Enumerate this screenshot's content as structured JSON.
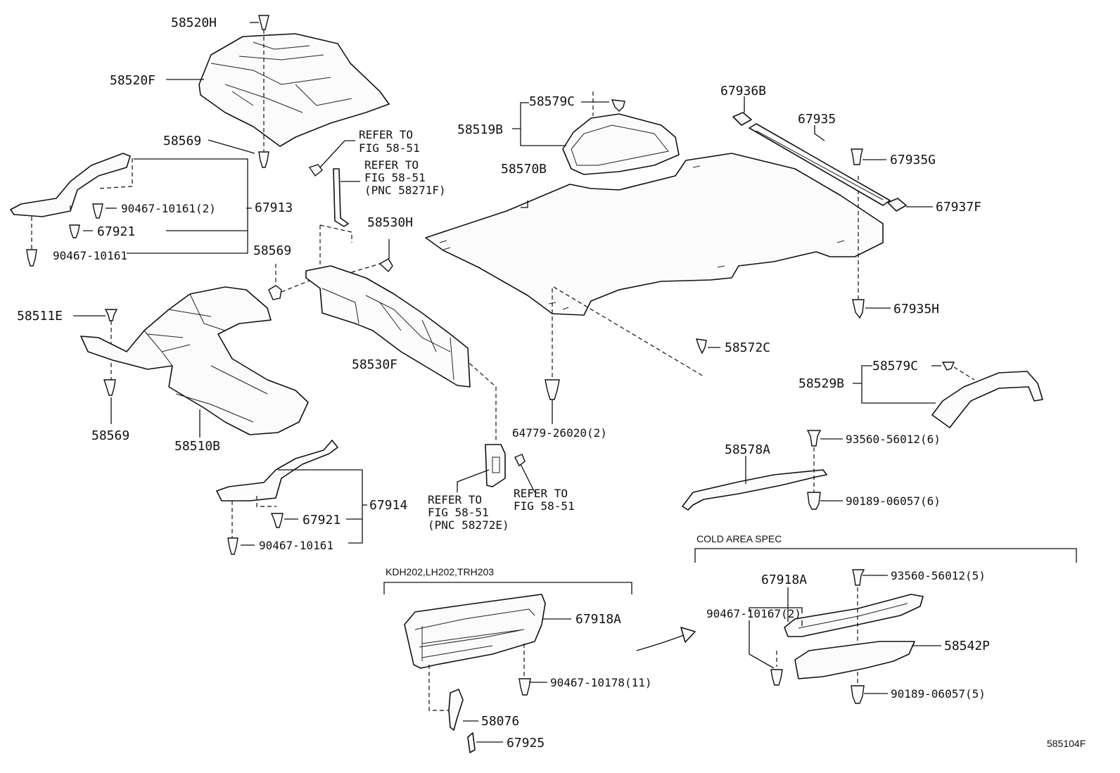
{
  "diagram_id": "585104F",
  "labels": {
    "p58520H": "58520H",
    "p58520F": "58520F",
    "p58569a": "58569",
    "p58569b": "58569",
    "p58569c": "58569",
    "p67913": "67913",
    "p90467_10161_2": "90467-10161(2)",
    "p67921a": "67921",
    "p67921b": "67921",
    "p90467_10161a": "90467-10161",
    "p90467_10161b": "90467-10161",
    "p58511E": "58511E",
    "p58510B": "58510B",
    "p58530H": "58530H",
    "p58530F": "58530F",
    "p67914": "67914",
    "p58519B": "58519B",
    "p58579Ca": "58579C",
    "p58579Cb": "58579C",
    "p58570B": "58570B",
    "p58572C": "58572C",
    "p64779": "64779-26020(2)",
    "p67936B": "67936B",
    "p67935": "67935",
    "p67935G": "67935G",
    "p67937F": "67937F",
    "p67935H": "67935H",
    "p58529B": "58529B",
    "p58578A": "58578A",
    "p93560_6": "93560-56012(6)",
    "p90189_6": "90189-06057(6)",
    "p67918A_a": "67918A",
    "p67918A_b": "67918A",
    "p90467_10178": "90467-10178(11)",
    "p58076": "58076",
    "p67925": "67925",
    "p93560_5": "93560-56012(5)",
    "p90467_10167": "90467-10167(2)",
    "p58542P": "58542P",
    "p90189_5": "90189-06057(5)"
  },
  "refer": {
    "ref1_l1": "REFER TO",
    "ref1_l2": "FIG 58-51",
    "ref2_l1": "REFER TO",
    "ref2_l2": "FIG 58-51",
    "ref2_l3": "(PNC 58271F)",
    "ref3_l1": "REFER TO",
    "ref3_l2": "FIG 58-51",
    "ref3_l3": "(PNC 58272E)",
    "ref4_l1": "REFER TO",
    "ref4_l2": "FIG 58-51"
  },
  "groups": {
    "model_group": "KDH202,LH202,TRH203",
    "cold_area": "COLD AREA SPEC"
  }
}
